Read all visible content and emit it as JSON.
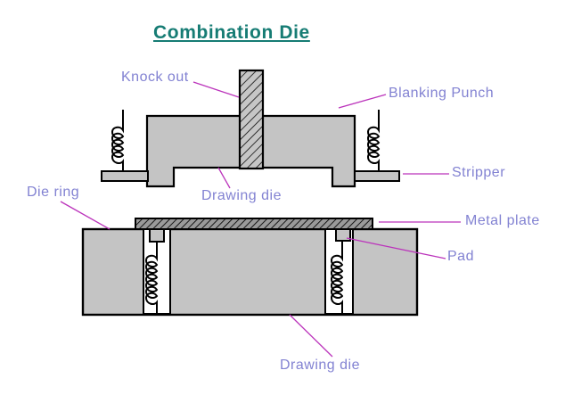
{
  "title": "Combination Die",
  "labels": {
    "knock_out": "Knock out",
    "blanking_punch": "Blanking Punch",
    "stripper": "Stripper",
    "die_ring": "Die ring",
    "drawing_die_upper": "Drawing die",
    "metal_plate": "Metal plate",
    "pad": "Pad",
    "drawing_die_lower": "Drawing die"
  },
  "colors": {
    "title_text": "#167c74",
    "label_text": "#8282d2",
    "leader_line": "#bb33bb",
    "part_fill": "#c4c4c4",
    "plate_fill": "#9a9a9a",
    "outline": "#000000",
    "background": "#ffffff"
  }
}
